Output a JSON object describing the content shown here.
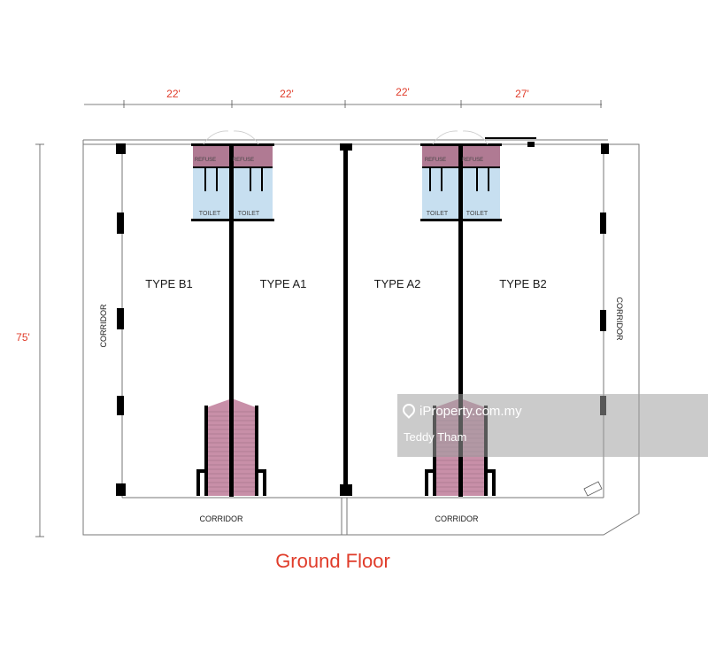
{
  "dimensions": {
    "top": [
      "22'",
      "22'",
      "22'",
      "27'"
    ],
    "left": "75'"
  },
  "units": {
    "b1": "TYPE B1",
    "a1": "TYPE A1",
    "a2": "TYPE A2",
    "b2": "TYPE B2"
  },
  "rooms": {
    "refuse": "REFUSE",
    "toilet": "TOILET"
  },
  "corridor": "CORRIDOR",
  "title": "Ground Floor",
  "watermark": {
    "brand": "iProperty.com.my",
    "author": "Teddy Tham"
  },
  "colors": {
    "dimension": "#e03c2a",
    "refuse": "#b07a93",
    "toilet": "#c7dff0",
    "stair": "#c88fa8",
    "wall": "#000000"
  }
}
